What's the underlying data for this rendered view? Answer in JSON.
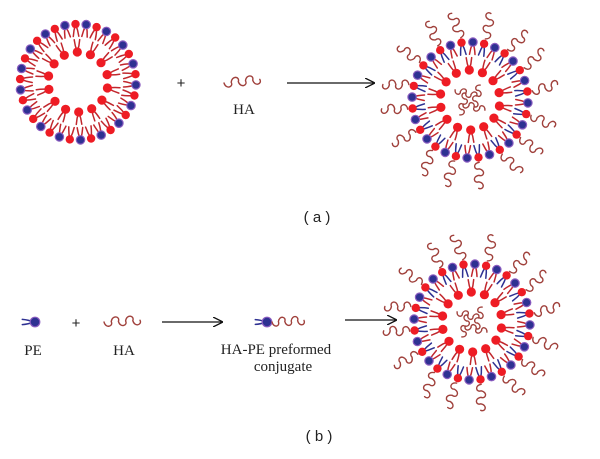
{
  "labels": {
    "plus": "+",
    "ha": "HA",
    "pe": "PE",
    "conjugate_line1": "HA-PE preformed",
    "conjugate_line2": "conjugate",
    "panel_a": "( a )",
    "panel_b": "( b )"
  },
  "colors": {
    "lipid_red": "#ee1c24",
    "lipid_blue": "#2e3192",
    "tail_red": "#c1272d",
    "ha_chain": "#a0413c",
    "arrow": "#111111",
    "text": "#222222"
  }
}
